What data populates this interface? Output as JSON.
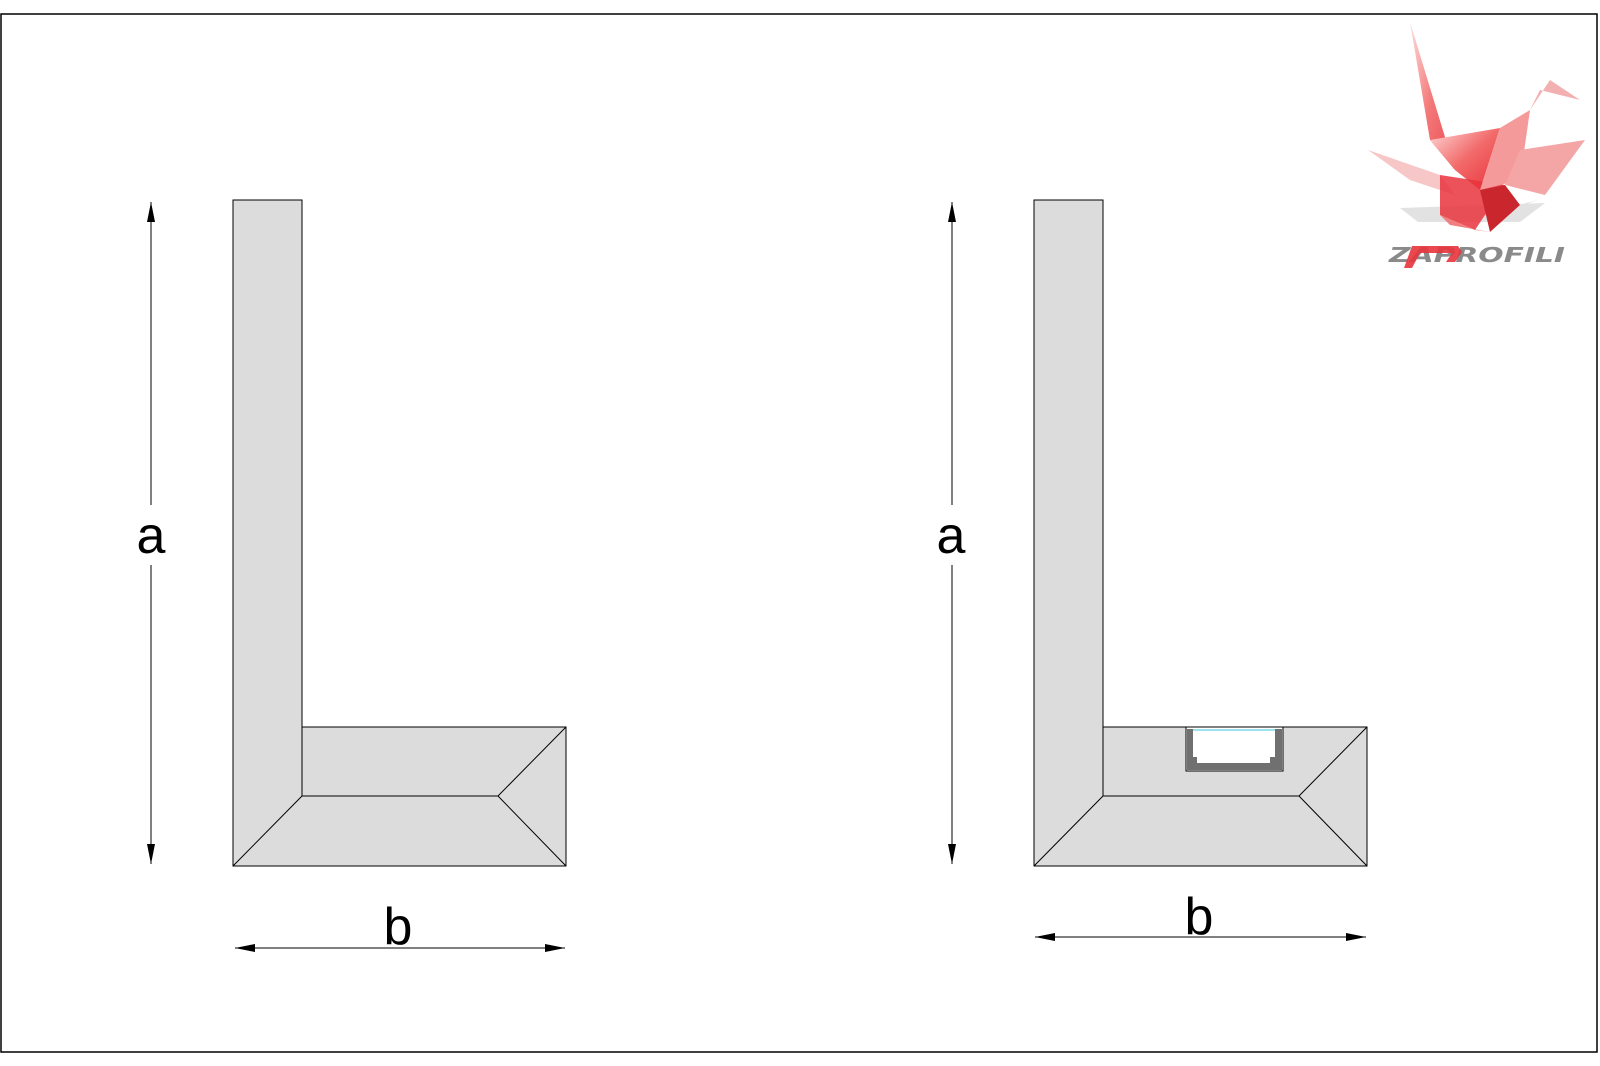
{
  "colors": {
    "profile_fill": "#dcdcdc",
    "outline": "#000000",
    "led_channel": "#707070",
    "led_diffuser": "#9be3ef",
    "logo_accent": "#e8343c",
    "logo_gray": "#8a8a8a"
  },
  "left_profile": {
    "label_a": "a",
    "label_b": "b"
  },
  "right_profile": {
    "label_a": "a",
    "label_b": "b",
    "has_led_channel": true
  },
  "logo": {
    "icon": "origami-crane-icon",
    "text": "ZAPROFILI"
  }
}
